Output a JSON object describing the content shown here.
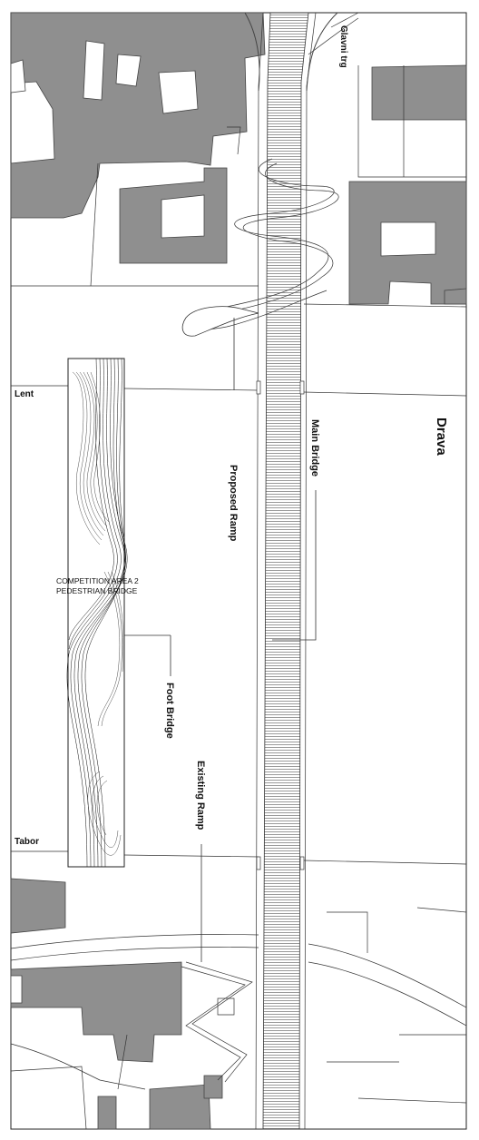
{
  "labels": {
    "glavni_trg": "Glavni trg",
    "drava": "Drava",
    "lent": "Lent",
    "tabor": "Tabor",
    "main_bridge": "Main Bridge",
    "proposed_ramp": "Proposed Ramp",
    "foot_bridge": "Foot Bridge",
    "existing_ramp": "Existing Ramp",
    "competition_line1": "COMPETITION AREA 2",
    "competition_line2": "PEDESTRIAN BRIDGE"
  },
  "colors": {
    "building_fill": "#8f8f8f",
    "line": "#333333",
    "background": "#ffffff"
  }
}
